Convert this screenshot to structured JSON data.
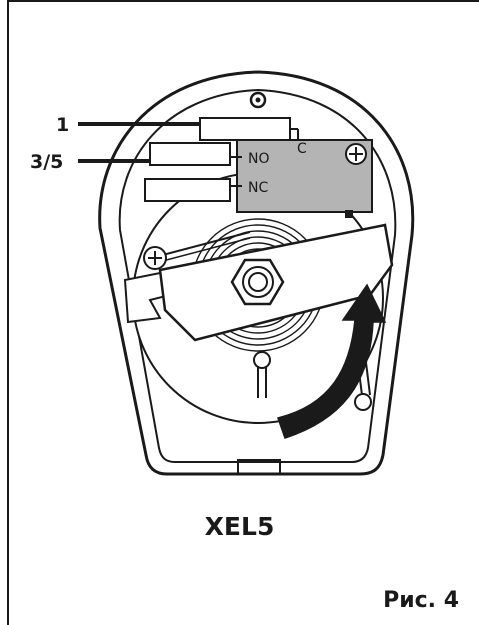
{
  "diagram": {
    "wire_labels": {
      "terminal_1": "1",
      "terminal_35": "3/5"
    },
    "switch_contacts": {
      "common": "C",
      "normally_open": "NO",
      "normally_closed": "NC"
    },
    "model": "XEL5",
    "figure": "Рис. 4",
    "colors": {
      "line": "#1a1a1a",
      "switch_body": "#b4b4b4",
      "background": "#ffffff"
    }
  }
}
